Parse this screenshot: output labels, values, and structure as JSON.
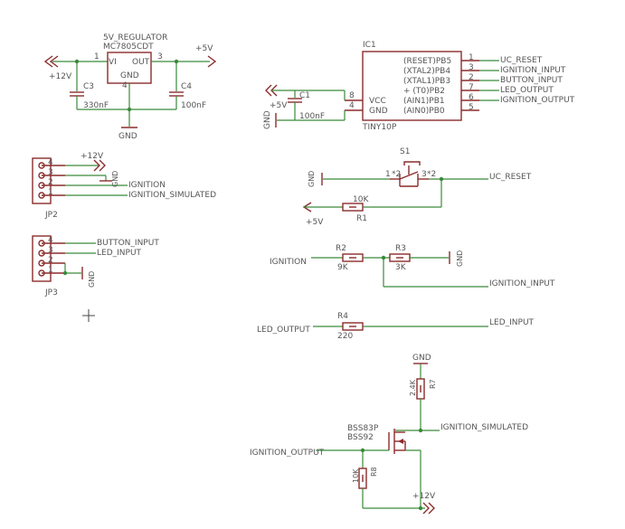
{
  "regulator": {
    "title": "5V_REGULATOR",
    "part": "MC7805CDT",
    "vin": "VI",
    "vout": "OUT",
    "gnd": "GND",
    "pin1": "1",
    "pin3": "3",
    "pin4": "4"
  },
  "rails": {
    "p12_left": "+12V",
    "p5_right": "+5V",
    "gnd_reg": "GND",
    "p5_ic": "+5V",
    "gnd_ic": "GND",
    "p12_jp2": "+12V",
    "gnd_jp2": "GND",
    "gnd_jp3": "GND",
    "gnd_s1": "GND",
    "p5_r1": "+5V",
    "gnd_r3": "GND",
    "gnd_r7": "GND",
    "p12_bottom": "+12V"
  },
  "caps": {
    "c3": "C3",
    "c3_val": "330nF",
    "c4": "C4",
    "c4_val": "100nF",
    "c1": "C1",
    "c1_val": "100nF"
  },
  "ic1": {
    "name": "IC1",
    "part": "TINY10P",
    "vcc": "VCC",
    "gnd": "GND",
    "vcc_pin": "8",
    "gnd_pin": "4",
    "pins": [
      {
        "label": "(RESET)PB5",
        "num": "1",
        "net": "UC_RESET"
      },
      {
        "label": "(XTAL2)PB4",
        "num": "3",
        "net": "IGNITION_INPUT"
      },
      {
        "label": "(XTAL1)PB3",
        "num": "2",
        "net": "BUTTON_INPUT"
      },
      {
        "label": "+  (T0)PB2",
        "num": "7",
        "net": "LED_OUTPUT"
      },
      {
        "label": "(AIN1)PB1",
        "num": "6",
        "net": "IGNITION_OUTPUT"
      },
      {
        "label": "(AIN0)PB0",
        "num": "5",
        "net": ""
      }
    ]
  },
  "jp2": {
    "name": "JP2",
    "pins": [
      "4",
      "3",
      "2",
      "1"
    ],
    "net_ign": "IGNITION",
    "net_ign_sim": "IGNITION_SIMULATED"
  },
  "jp3": {
    "name": "JP3",
    "pins": [
      "4",
      "3",
      "2",
      "1"
    ],
    "net_button": "BUTTON_INPUT",
    "net_led": "LED_INPUT"
  },
  "s1": {
    "name": "S1",
    "p1": "1",
    "p2": "*2",
    "p3": "3",
    "p4": "*2",
    "net": "UC_RESET"
  },
  "r1": {
    "name": "R1",
    "val": "10K"
  },
  "r2": {
    "name": "R2",
    "val": "9K",
    "in_net": "IGNITION"
  },
  "r3": {
    "name": "R3",
    "val": "3K",
    "out_net": "IGNITION_INPUT"
  },
  "r4": {
    "name": "R4",
    "val": "220",
    "in_net": "LED_OUTPUT",
    "out_net": "LED_INPUT"
  },
  "r7": {
    "name": "R7",
    "val": "2.4K"
  },
  "r8": {
    "name": "R8",
    "val": "10K"
  },
  "q1": {
    "part1": "BSS83P",
    "part2": "BSS92",
    "drain_net": "IGNITION_SIMULATED",
    "gate_net": "IGNITION_OUTPUT"
  }
}
